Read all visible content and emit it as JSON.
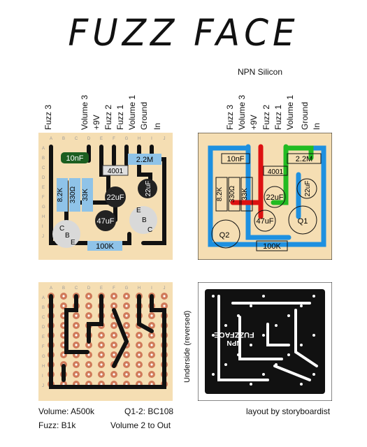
{
  "title": "FUZZ FACE",
  "subtitle": "NPN Silicon",
  "pin_labels": [
    "Fuzz 3",
    "Volume 3",
    "+9V",
    "Fuzz 2",
    "Fuzz 1",
    "Volume 1",
    "Ground",
    "In"
  ],
  "row_letters": [
    "A",
    "B",
    "C",
    "D",
    "E",
    "F",
    "G",
    "H",
    "I",
    "J"
  ],
  "col_letters": [
    "A",
    "B",
    "C",
    "D",
    "E",
    "F",
    "G",
    "H",
    "I",
    "J"
  ],
  "components": {
    "cap_10nf": "10nF",
    "res_2_2m": "2.2M",
    "diode_4001": "4001",
    "res_8_2k": "8.2K",
    "res_330": "330Ω",
    "res_33k": "33K",
    "cap_22uf": "22uF",
    "cap_47uf": "47uF",
    "res_100k": "100K",
    "q1": "Q1",
    "q2": "Q2",
    "ebc_q1": [
      "E",
      "B",
      "C"
    ],
    "ebc_q2": [
      "C",
      "B",
      "E"
    ]
  },
  "pcb_text": [
    "FUZZFACE",
    "NPN"
  ],
  "underside_note": "Underside (reversed)",
  "notes": {
    "volume": "Volume: A500k",
    "fuzz": "Fuzz: B1k",
    "transistors": "Q1-2: BC108",
    "output": "Volume 2 to Out",
    "credit": "layout by storyboardist"
  },
  "colors": {
    "board": "#f5deb3",
    "trace_blue": "#1e90e0",
    "trace_red": "#dd1111",
    "trace_green": "#22bb22",
    "wire": "#111111",
    "pad": "#d07a5a",
    "resistor": "#8fc3e8"
  }
}
